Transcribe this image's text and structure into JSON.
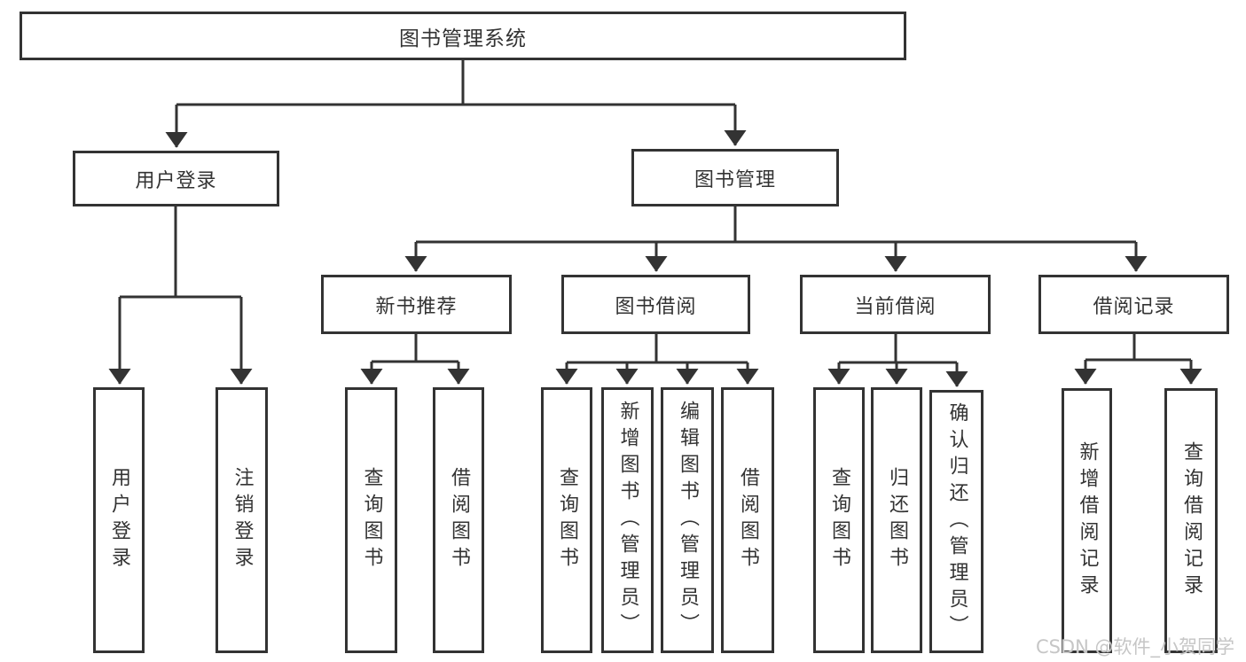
{
  "diagram": {
    "nodes": {
      "root": "图书管理系统",
      "user_login": "用户登录",
      "book_mgmt": "图书管理",
      "new_book_rec": "新书推荐",
      "book_borrow": "图书借阅",
      "current_borrow": "当前借阅",
      "borrow_record": "借阅记录",
      "leaf_user_login": "用户登录",
      "leaf_logout": "注销登录",
      "leaf_query_books_a": "查询图书",
      "leaf_borrow_books_a": "借阅图书",
      "leaf_query_books_b": "查询图书",
      "leaf_add_books": "新增图书（管理员）",
      "leaf_edit_books": "编辑图书（管理员）",
      "leaf_borrow_books_b": "借阅图书",
      "leaf_query_books_c": "查询图书",
      "leaf_return_books": "归还图书",
      "leaf_confirm_return": "确认归还（管理员）",
      "leaf_add_borrow_record": "新增借阅记录",
      "leaf_query_borrow_record": "查询借阅记录"
    },
    "colors": {
      "line": "#333333",
      "box_background": "#ffffff",
      "text": "#333333",
      "watermark_text": "#c6c6c6"
    }
  },
  "watermark": "CSDN @软件_小贺同学"
}
